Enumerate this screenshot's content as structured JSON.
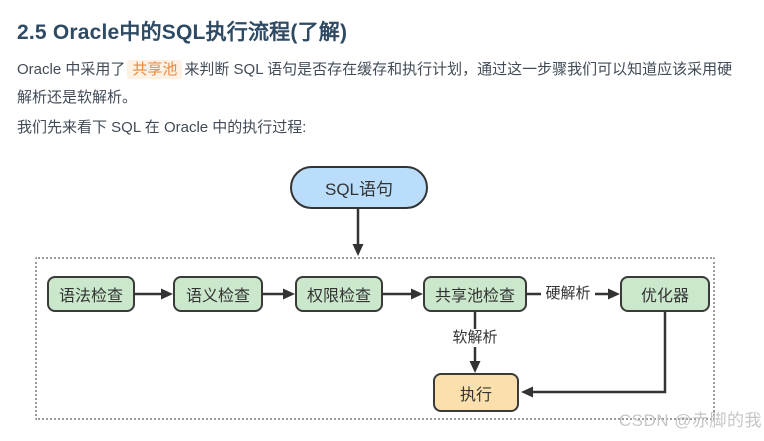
{
  "article": {
    "heading": "2.5 Oracle中的SQL执行流程(了解)",
    "paragraph1": {
      "prefix": "Oracle 中采用了",
      "code": "共享池",
      "suffix": "来判断 SQL 语句是否存在缓存和执行计划，通过这一步骤我们可以知道应该采用硬解析还是软解析。"
    },
    "paragraph2": "我们先来看下 SQL 在 Oracle 中的执行过程:"
  },
  "diagram": {
    "start_node": "SQL语句",
    "steps": [
      "语法检查",
      "语义检查",
      "权限检查",
      "共享池检查",
      "优化器"
    ],
    "edges": {
      "hard_parse": "硬解析",
      "soft_parse": "软解析"
    },
    "execute_node": "执行",
    "colors": {
      "start_fill": "#b9ddfa",
      "step_fill": "#cbe8cc",
      "execute_fill": "#fbe0ad",
      "node_border": "#333333",
      "container_border": "#9a9a9a",
      "heading_color": "#2f4a63",
      "body_color": "#414b57",
      "code_color": "#e8883c",
      "code_background": "#fdf1e3",
      "watermark_color": "#c6c6c6"
    }
  },
  "watermark": "CSDN @赤脚的我"
}
